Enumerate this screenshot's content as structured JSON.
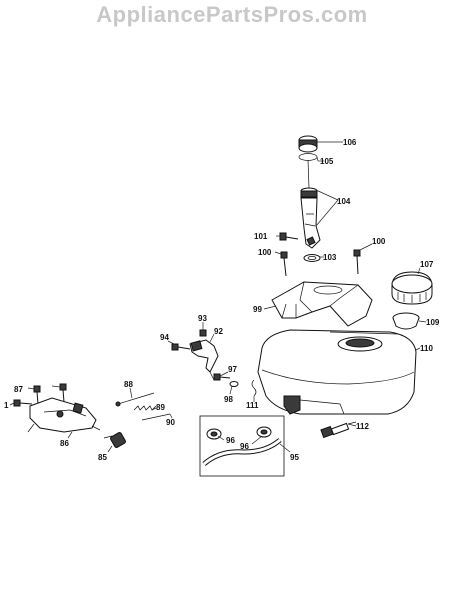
{
  "watermark": "AppliancePartsPros.com",
  "callouts": [
    {
      "id": "c106",
      "text": "106"
    },
    {
      "id": "c105",
      "text": "105"
    },
    {
      "id": "c104",
      "text": "104"
    },
    {
      "id": "c101",
      "text": "101"
    },
    {
      "id": "c100a",
      "text": "100"
    },
    {
      "id": "c100b",
      "text": "100"
    },
    {
      "id": "c103",
      "text": "103"
    },
    {
      "id": "c107",
      "text": "107"
    },
    {
      "id": "c99",
      "text": "99"
    },
    {
      "id": "c109",
      "text": "109"
    },
    {
      "id": "c93",
      "text": "93"
    },
    {
      "id": "c94",
      "text": "94"
    },
    {
      "id": "c92",
      "text": "92"
    },
    {
      "id": "c110",
      "text": "110"
    },
    {
      "id": "c87",
      "text": "87"
    },
    {
      "id": "c88",
      "text": "88"
    },
    {
      "id": "c97",
      "text": "97"
    },
    {
      "id": "c98",
      "text": "98"
    },
    {
      "id": "c111",
      "text": "111"
    },
    {
      "id": "c1",
      "text": "1"
    },
    {
      "id": "c89",
      "text": "89"
    },
    {
      "id": "c90",
      "text": "90"
    },
    {
      "id": "c86",
      "text": "86"
    },
    {
      "id": "c96a",
      "text": "96"
    },
    {
      "id": "c96b",
      "text": "96"
    },
    {
      "id": "c112",
      "text": "112"
    },
    {
      "id": "c85",
      "text": "85"
    },
    {
      "id": "c95",
      "text": "95"
    }
  ]
}
